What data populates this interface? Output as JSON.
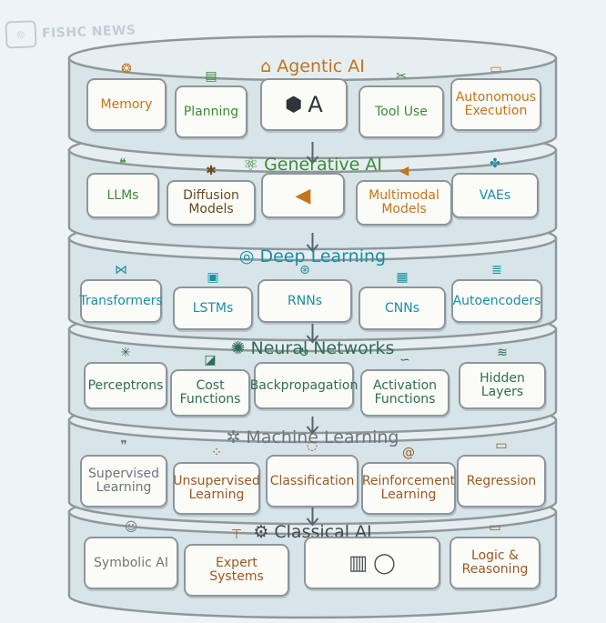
{
  "watermark": {
    "text": "FISHC NEWS",
    "logo": "fishc-logo-icon"
  },
  "layers": [
    {
      "id": "agentic",
      "title": "Agentic AI",
      "title_icon": "house-icon",
      "title_color": "#c4741b",
      "cards": [
        {
          "label": "Memory",
          "icon": "brain-icon",
          "color": "#c4741b"
        },
        {
          "label": "Planning",
          "icon": "clipboard-icon",
          "color": "#3f8a3a"
        },
        {
          "label": "",
          "icon": "cube-letter-icon",
          "color": "#2f3438",
          "inline_text": "A"
        },
        {
          "label": "Tool Use",
          "icon": "tools-icon",
          "color": "#3f8a3a"
        },
        {
          "label": "Autonomous Execution",
          "icon": "browser-window-icon",
          "color": "#c4741b"
        }
      ]
    },
    {
      "id": "generative",
      "title": "Generative AI",
      "title_icon": "atom-icon",
      "title_color": "#3f8a3a",
      "cards": [
        {
          "label": "LLMs",
          "icon": "chat-bubble-icon",
          "color": "#3f8a3a"
        },
        {
          "label": "Diffusion Models",
          "icon": "diffusion-icon",
          "color": "#6b4a1d"
        },
        {
          "label": "",
          "icon": "speaker-image-icon",
          "color": "#c4741b"
        },
        {
          "label": "Multimodal Models",
          "icon": "speaker-icon",
          "color": "#c4741b"
        },
        {
          "label": "VAEs",
          "icon": "molecule-icon",
          "color": "#1b8ea3"
        }
      ]
    },
    {
      "id": "deep",
      "title": "Deep Learning",
      "title_icon": "swirl-icon",
      "title_color": "#1b8ea3",
      "cards": [
        {
          "label": "Transformers",
          "icon": "network-nodes-icon",
          "color": "#1b8ea3"
        },
        {
          "label": "LSTMs",
          "icon": "chip-icon",
          "color": "#1b8ea3"
        },
        {
          "label": "RNNs",
          "icon": "loop-nodes-icon",
          "color": "#1b8ea3"
        },
        {
          "label": "CNNs",
          "icon": "grid-icon",
          "color": "#1b8ea3"
        },
        {
          "label": "Autoencoders",
          "icon": "stack-icon",
          "color": "#1b8ea3"
        }
      ]
    },
    {
      "id": "neural",
      "title": "Neural Networks",
      "title_icon": "neural-icon",
      "title_color": "#2e6d5a",
      "cards": [
        {
          "label": "Perceptrons",
          "icon": "perceptron-icon",
          "color": "#2e6d5a"
        },
        {
          "label": "Cost Functions",
          "icon": "chart-icon",
          "color": "#2e6d5a"
        },
        {
          "label": "Backpropagation",
          "icon": "cycle-icon",
          "color": "#2e6d5a"
        },
        {
          "label": "Activation Functions",
          "icon": "curve-icon",
          "color": "#2e6d5a"
        },
        {
          "label": "Hidden Layers",
          "icon": "layers-icon",
          "color": "#2e6d5a"
        }
      ]
    },
    {
      "id": "ml",
      "title": "Machine Learning",
      "title_icon": "gear-cluster-icon",
      "title_color": "#6f777c",
      "cards": [
        {
          "label": "Supervised Learning",
          "icon": "chat-bubbles-icon",
          "color": "#6f777c"
        },
        {
          "label": "Unsupervised Learning",
          "icon": "scatter-icon",
          "color": "#9a5a22"
        },
        {
          "label": "Classification",
          "icon": "speech-icon",
          "color": "#9a5a22"
        },
        {
          "label": "Reinforcement Learning",
          "icon": "spiral-icon",
          "color": "#9a5a22"
        },
        {
          "label": "Regression",
          "icon": "monitor-icon",
          "color": "#9a5a22"
        }
      ]
    },
    {
      "id": "classical",
      "title": "Classical AI",
      "title_icon": "gears-icon",
      "title_color": "#444c52",
      "cards": [
        {
          "label": "Symbolic AI",
          "icon": "person-icon",
          "color": "#6f777c"
        },
        {
          "label": "Expert Systems",
          "icon": "hierarchy-icon",
          "color": "#9a5a22"
        },
        {
          "label": "",
          "icon": "book-lines-icon",
          "color": "#444c52"
        },
        {
          "label": "",
          "icon": "ring-icon",
          "color": "#444c52"
        },
        {
          "label": "Logic & Reasoning",
          "icon": "board-icon",
          "color": "#9a5a22"
        }
      ]
    }
  ],
  "colors": {
    "background": "#eef3f8",
    "disk_fill": "#d7e4e8",
    "disk_stroke": "#8e989d",
    "card_fill": "#fbfbf7"
  }
}
